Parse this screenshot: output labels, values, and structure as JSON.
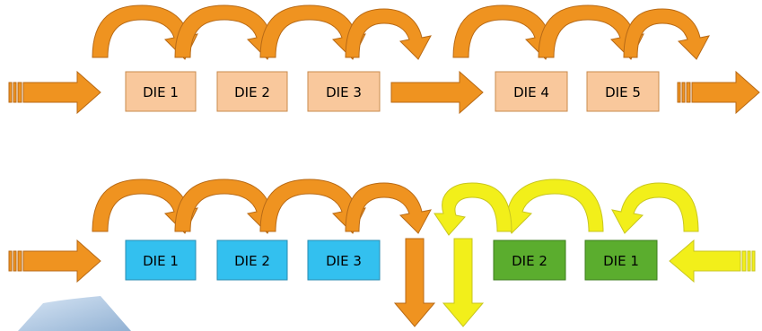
{
  "colors": {
    "orange": "#ef9320",
    "orange_dark": "#b86a16",
    "yellow": "#f2ef1a",
    "yellow_dark": "#c8c620",
    "peach": "#f9c89c",
    "blue": "#33c0ef",
    "green": "#5bad2e",
    "box_border": "#c98b4e",
    "blue_border": "#2a8bb0",
    "green_border": "#3c7d1e"
  },
  "top_row": {
    "dies": [
      {
        "label": "DIE 1",
        "color": "peach"
      },
      {
        "label": "DIE 2",
        "color": "peach"
      },
      {
        "label": "DIE 3",
        "color": "peach"
      },
      {
        "label": "DIE 4",
        "color": "peach"
      },
      {
        "label": "DIE 5",
        "color": "peach"
      }
    ]
  },
  "bottom_row": {
    "dies": [
      {
        "label": "DIE 1",
        "color": "blue"
      },
      {
        "label": "DIE 2",
        "color": "blue"
      },
      {
        "label": "DIE 3",
        "color": "blue"
      },
      {
        "label": "DIE 2",
        "color": "green"
      },
      {
        "label": "DIE 1",
        "color": "green"
      }
    ]
  }
}
